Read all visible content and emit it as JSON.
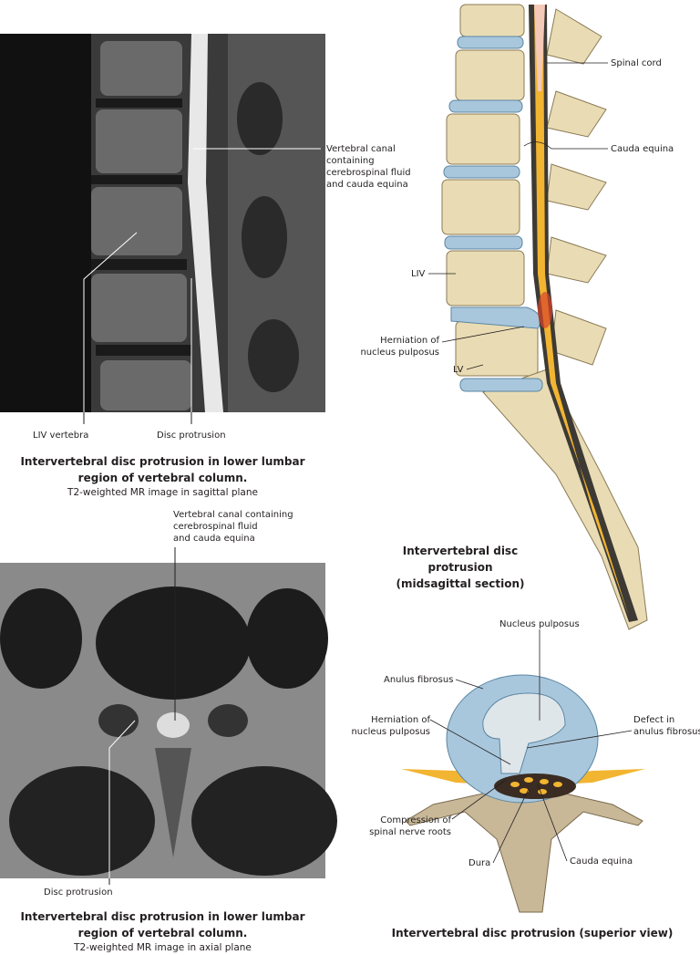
{
  "sagittal_mri": {
    "labels": {
      "canal_line1": "Vertebral canal",
      "canal_line2": "containing",
      "canal_line3": "cerebrospinal fluid",
      "canal_line4": "and cauda equina",
      "liv_vertebra": "LIV vertebra",
      "disc_protrusion": "Disc protrusion"
    },
    "caption": {
      "title_line1": "Intervertebral disc protrusion in lower lumbar",
      "title_line2": "region of vertebral column.",
      "subtitle": "T2-weighted MR image in sagittal plane"
    }
  },
  "axial_mri": {
    "labels": {
      "canal_line1": "Vertebral canal containing",
      "canal_line2": "cerebrospinal fluid",
      "canal_line3": "and cauda equina",
      "disc_protrusion": "Disc protrusion"
    },
    "caption": {
      "title_line1": "Intervertebral disc protrusion in lower lumbar",
      "title_line2": "region of vertebral column.",
      "subtitle": "T2-weighted MR image in axial plane"
    }
  },
  "midsagittal": {
    "labels": {
      "spinal_cord": "Spinal cord",
      "cauda_equina": "Cauda equina",
      "liv": "LIV",
      "herniation_line1": "Herniation of",
      "herniation_line2": "nucleus pulposus",
      "lv": "LV"
    },
    "caption": {
      "line1": "Intervertebral disc protrusion",
      "line2": "(midsagittal section)"
    }
  },
  "superior_view": {
    "labels": {
      "nucleus_pulposus": "Nucleus pulposus",
      "anulus_fibrosus": "Anulus fibrosus",
      "herniation_line1": "Herniation of",
      "herniation_line2": "nucleus pulposus",
      "defect_line1": "Defect in",
      "defect_line2": "anulus fibrosus",
      "compression_line1": "Compression of",
      "compression_line2": "spinal nerve roots",
      "dura": "Dura",
      "cauda_equina": "Cauda equina"
    },
    "caption": "Intervertebral disc protrusion (superior view)"
  },
  "colors": {
    "bone": "#e9dcb4",
    "disc": "#a9c7dc",
    "nerve": "#f2b531",
    "text": "#231f20"
  }
}
